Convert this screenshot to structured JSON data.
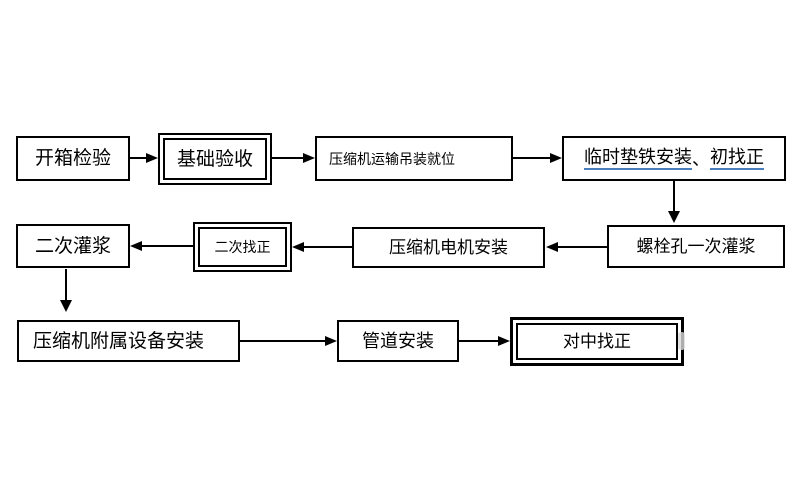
{
  "page": {
    "background_color": "#ffffff",
    "border_color": "#000000",
    "underline_color": "#4a7ebc"
  },
  "diagram": {
    "type": "flowchart",
    "nodes": [
      {
        "id": "unpacking-inspection",
        "label": "开箱检验",
        "shape": "single-border"
      },
      {
        "id": "foundation-acceptance",
        "label": "基础验收",
        "shape": "double-border"
      },
      {
        "id": "compressor-transport-hoisting",
        "label": "压缩机运输吊装就位",
        "shape": "single-border"
      },
      {
        "id": "temporary-shim-install-initial-alignment",
        "label": "临时垫铁安装、初找正",
        "shape": "single-border",
        "parts": [
          {
            "text": "临时垫铁安装",
            "underline": true
          },
          {
            "text": "、",
            "underline": false
          },
          {
            "text": "初找正",
            "underline": true
          }
        ]
      },
      {
        "id": "bolt-hole-first-grouting",
        "label": "螺栓孔一次灌浆",
        "shape": "single-border"
      },
      {
        "id": "compressor-motor-installation",
        "label": "压缩机电机安装",
        "shape": "single-border"
      },
      {
        "id": "secondary-alignment",
        "label": "二次找正",
        "shape": "double-border"
      },
      {
        "id": "secondary-grouting",
        "label": "二次灌浆",
        "shape": "single-border"
      },
      {
        "id": "compressor-auxiliary-equipment-installation",
        "label": "压缩机附属设备安装",
        "shape": "single-border"
      },
      {
        "id": "pipeline-installation",
        "label": "管道安装",
        "shape": "single-border"
      },
      {
        "id": "centering-alignment",
        "label": "对中找正",
        "shape": "double-border"
      }
    ],
    "edges": [
      {
        "from": "unpacking-inspection",
        "to": "foundation-acceptance",
        "direction": "right"
      },
      {
        "from": "foundation-acceptance",
        "to": "compressor-transport-hoisting",
        "direction": "right"
      },
      {
        "from": "compressor-transport-hoisting",
        "to": "temporary-shim-install-initial-alignment",
        "direction": "right"
      },
      {
        "from": "temporary-shim-install-initial-alignment",
        "to": "bolt-hole-first-grouting",
        "direction": "down"
      },
      {
        "from": "bolt-hole-first-grouting",
        "to": "compressor-motor-installation",
        "direction": "left"
      },
      {
        "from": "compressor-motor-installation",
        "to": "secondary-alignment",
        "direction": "left"
      },
      {
        "from": "secondary-alignment",
        "to": "secondary-grouting",
        "direction": "left"
      },
      {
        "from": "secondary-grouting",
        "to": "compressor-auxiliary-equipment-installation",
        "direction": "down"
      },
      {
        "from": "compressor-auxiliary-equipment-installation",
        "to": "pipeline-installation",
        "direction": "right"
      },
      {
        "from": "pipeline-installation",
        "to": "centering-alignment",
        "direction": "right"
      }
    ]
  }
}
